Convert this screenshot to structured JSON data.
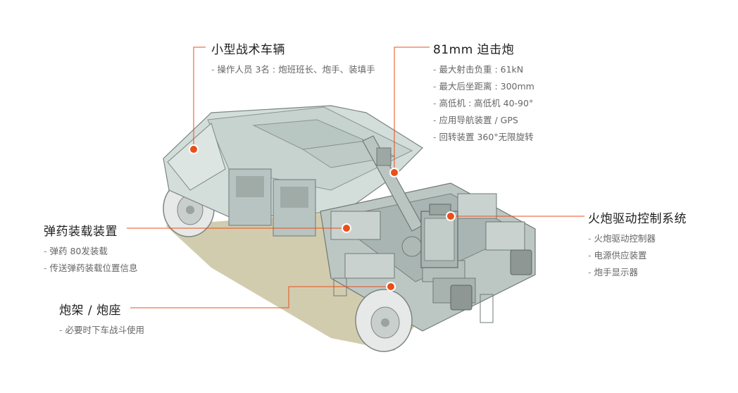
{
  "accent_color": "#e8501a",
  "callouts": {
    "vehicle": {
      "title": "小型战术车辆",
      "items": [
        "操作人员 3名 : 炮班班长、炮手、装填手"
      ]
    },
    "mortar": {
      "title": "81mm 迫击炮",
      "items": [
        "最大射击负重 : 61kN",
        "最大后坐距离 : 300mm",
        "高低机 : 高低机 40-90°",
        "应用导航装置 / GPS",
        "回转装置 360°无限旋转"
      ]
    },
    "ammo": {
      "title": "弹药装载装置",
      "items": [
        "弹药 80发装载",
        "传送弹药装载位置信息"
      ]
    },
    "firecontrol": {
      "title": "火炮驱动控制系统",
      "items": [
        "火炮驱动控制器",
        "电源供应装置",
        "炮手显示器"
      ]
    },
    "mount": {
      "title": "炮架 / 炮座",
      "items": [
        "必要时下车战斗使用"
      ]
    }
  }
}
